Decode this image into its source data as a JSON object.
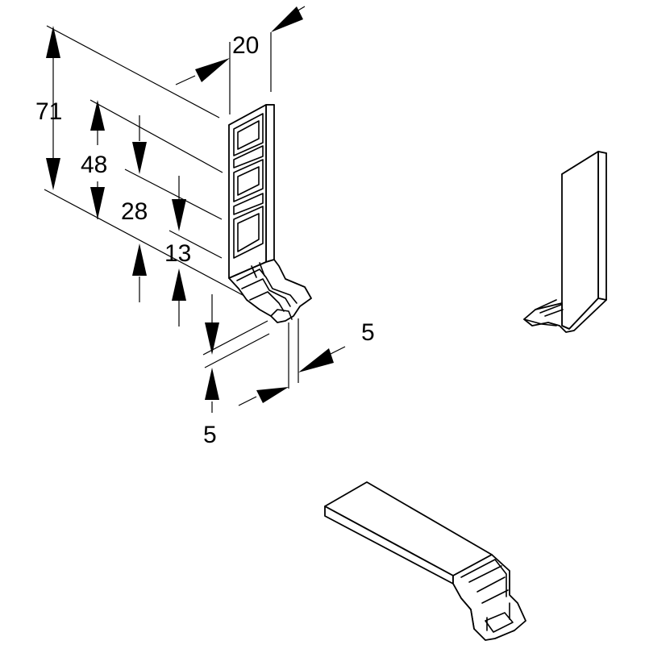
{
  "dimensions": {
    "d71": "71",
    "d48": "48",
    "d28": "28",
    "d13": "13",
    "d20": "20",
    "d5_right": "5",
    "d5_bottom": "5"
  }
}
